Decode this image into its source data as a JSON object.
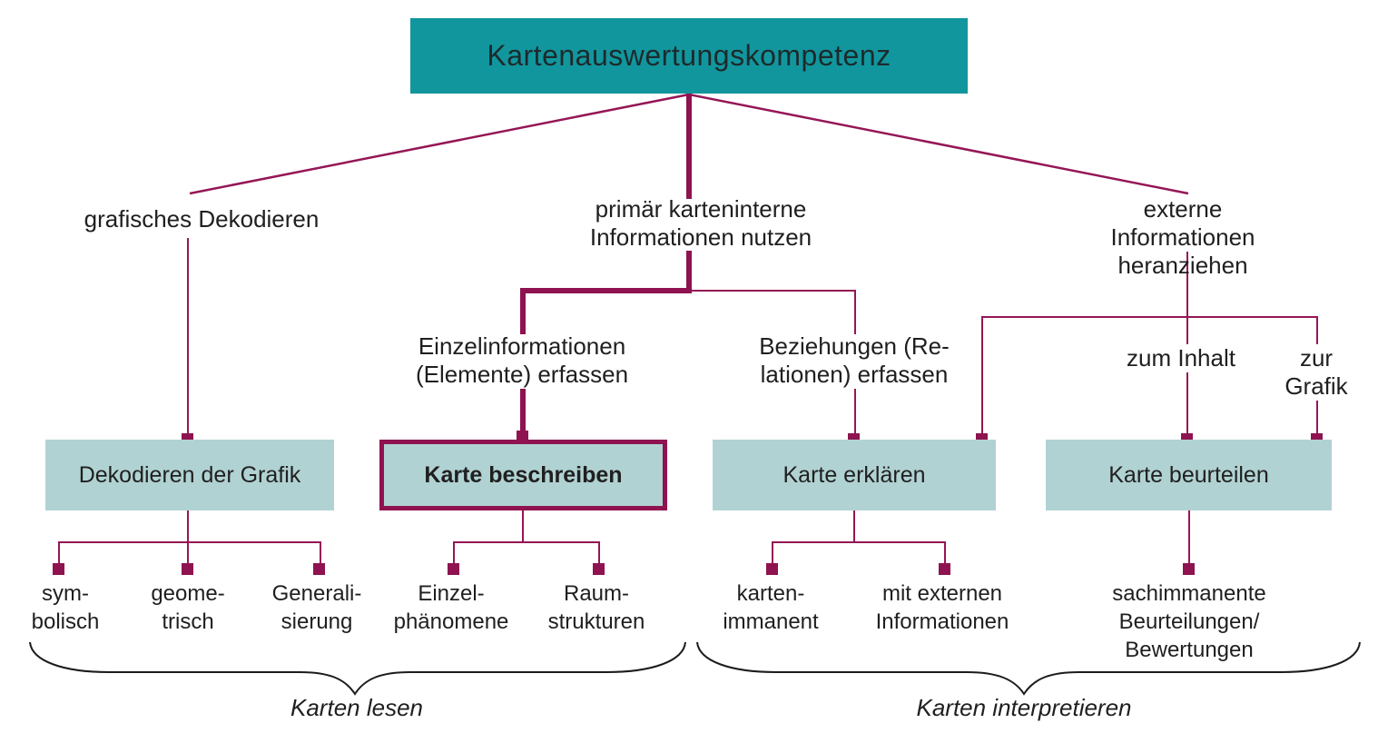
{
  "colors": {
    "accent": "#8E1350",
    "teal": "#12969E",
    "light_teal": "#B1D2D3",
    "text": "#1f1f1f"
  },
  "root": {
    "label": "Kartenauswertungskompetenz"
  },
  "level1": [
    {
      "label": "grafisches Dekodieren"
    },
    {
      "label": "primär karteninterne\nInformationen nutzen"
    },
    {
      "label": "externe Informationen\nheranziehen"
    }
  ],
  "level2": [
    {
      "label": "Einzelinformationen\n(Elemente) erfassen"
    },
    {
      "label": "Beziehungen (Re-\nlationen) erfassen"
    },
    {
      "label": "zum Inhalt"
    },
    {
      "label": "zur Grafik"
    }
  ],
  "boxes": [
    {
      "label": "Dekodieren der Grafik",
      "highlight": false
    },
    {
      "label": "Karte beschreiben",
      "highlight": true
    },
    {
      "label": "Karte erklären",
      "highlight": false
    },
    {
      "label": "Karte beurteilen",
      "highlight": false
    }
  ],
  "leaves": [
    {
      "label": "sym-\nbolisch"
    },
    {
      "label": "geome-\ntrisch"
    },
    {
      "label": "Generali-\nsierung"
    },
    {
      "label": "Einzel-\nphänomene"
    },
    {
      "label": "Raum-\nstrukturen"
    },
    {
      "label": "karten-\nimmanent"
    },
    {
      "label": "mit externen\nInformationen"
    },
    {
      "label": "sachimmanente\nBeurteilungen/\nBewertungen"
    }
  ],
  "braces": [
    {
      "label": "Karten lesen"
    },
    {
      "label": "Karten interpretieren"
    }
  ]
}
